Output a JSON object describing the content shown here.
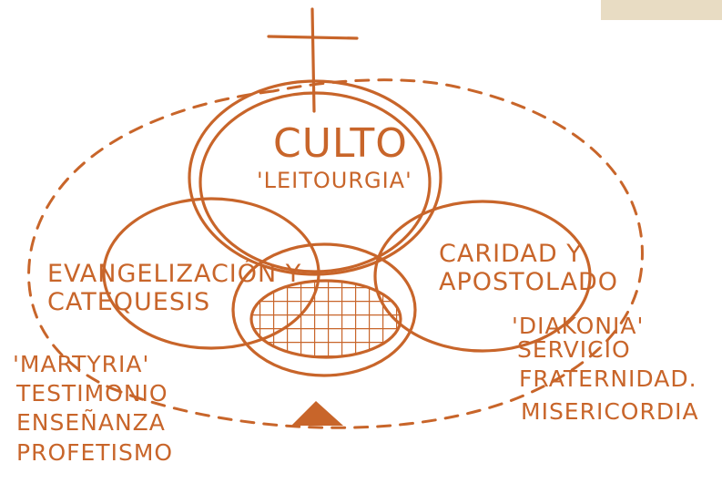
{
  "colors": {
    "ink": "#c8652a",
    "paper": "#ffffff",
    "corner_parchment": "#e8dcc3"
  },
  "top": {
    "title": "CULTO",
    "subtitle": "'LEITOURGIA'"
  },
  "left": {
    "line1": "EVANGELIZACIÓN Y",
    "line2": "CATEQUESIS",
    "list": [
      "'MARTYRIA'",
      "TESTIMONIO",
      "ENSEÑANZA",
      "PROFETISMO"
    ]
  },
  "right": {
    "line1": "CARIDAD Y",
    "line2": "APOSTOLADO",
    "list": [
      "'DIAKONIA'",
      "SERVICIO",
      "FRATERNIDAD.",
      "MISERICORDIA"
    ]
  },
  "icons": {
    "cross": "cross-icon",
    "mountain": "mountain-icon",
    "crosshatch": "crosshatch-center"
  }
}
